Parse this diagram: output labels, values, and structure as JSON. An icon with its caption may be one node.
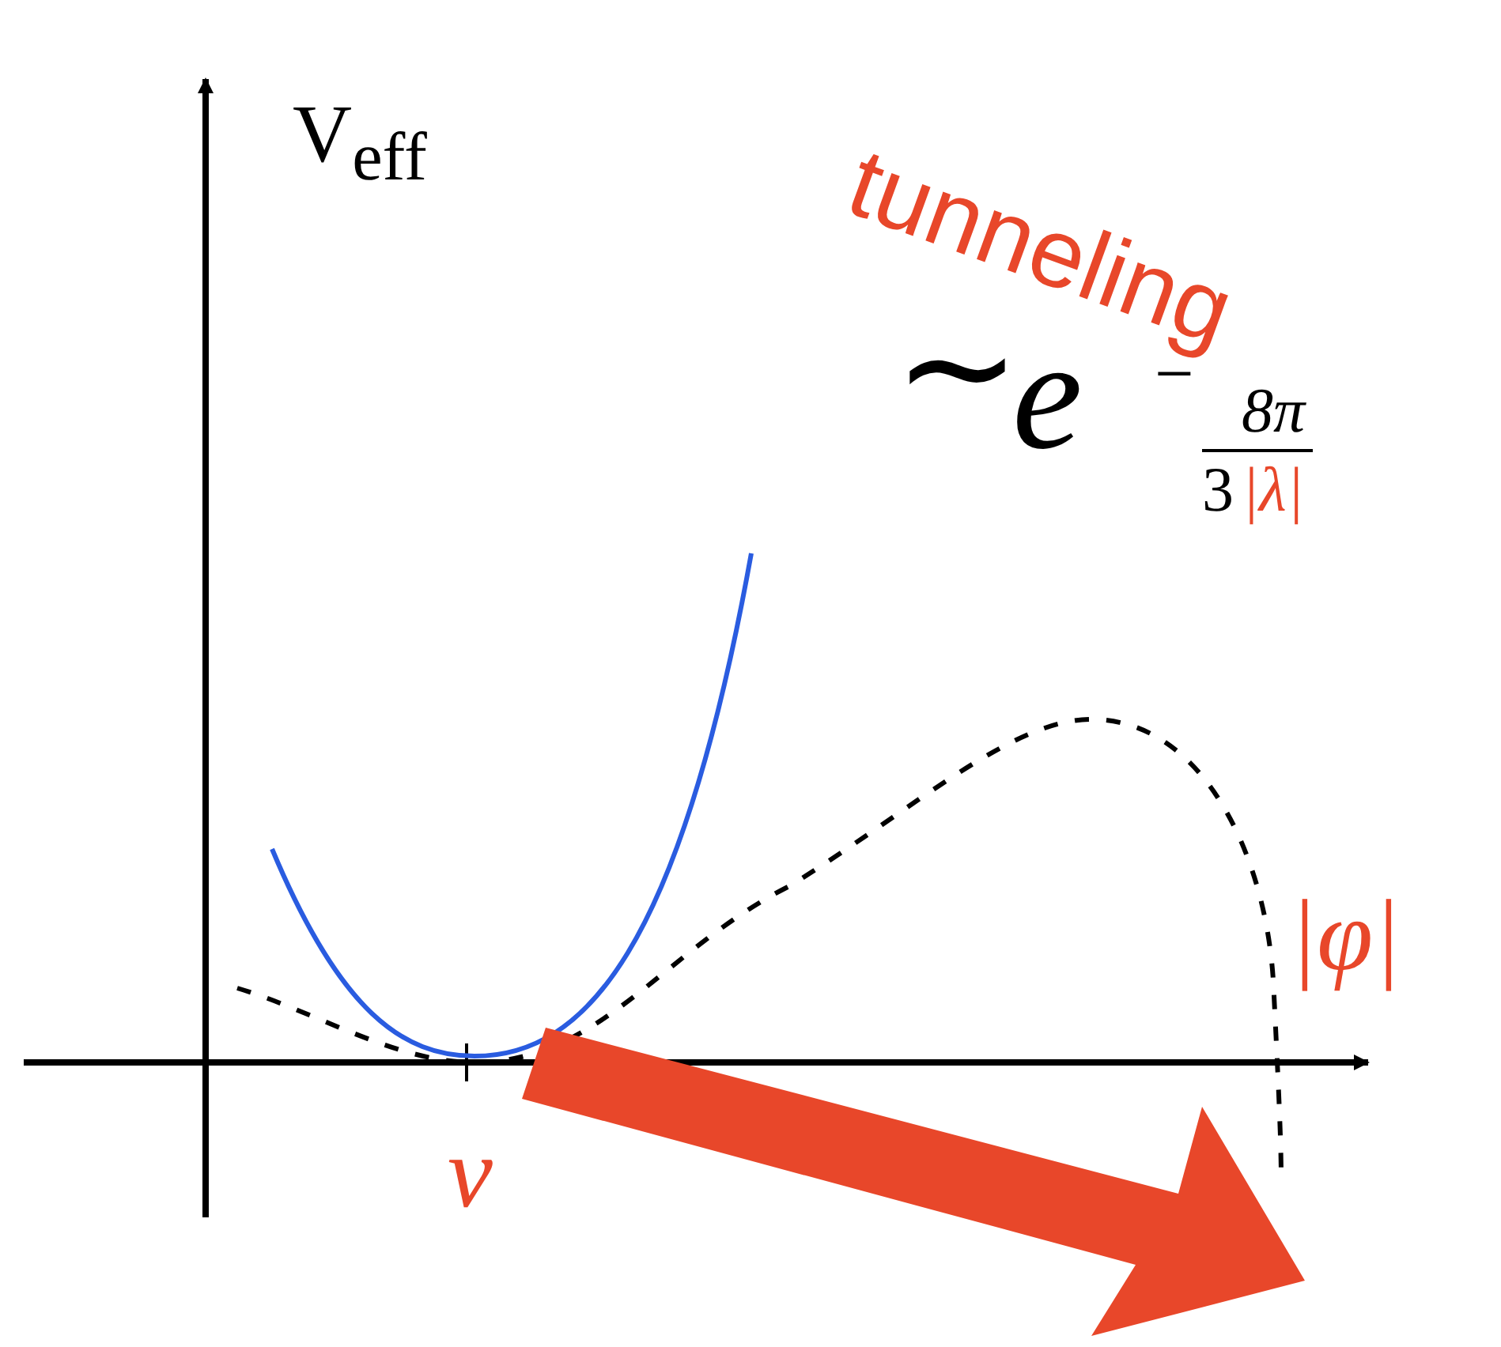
{
  "diagram": {
    "labels": [
      "V$_{eff}$",
      "tunneling",
      "∼",
      "e",
      "−",
      "8π",
      "3",
      "|λ|",
      "|φ|",
      "v"
    ]
  }
}
